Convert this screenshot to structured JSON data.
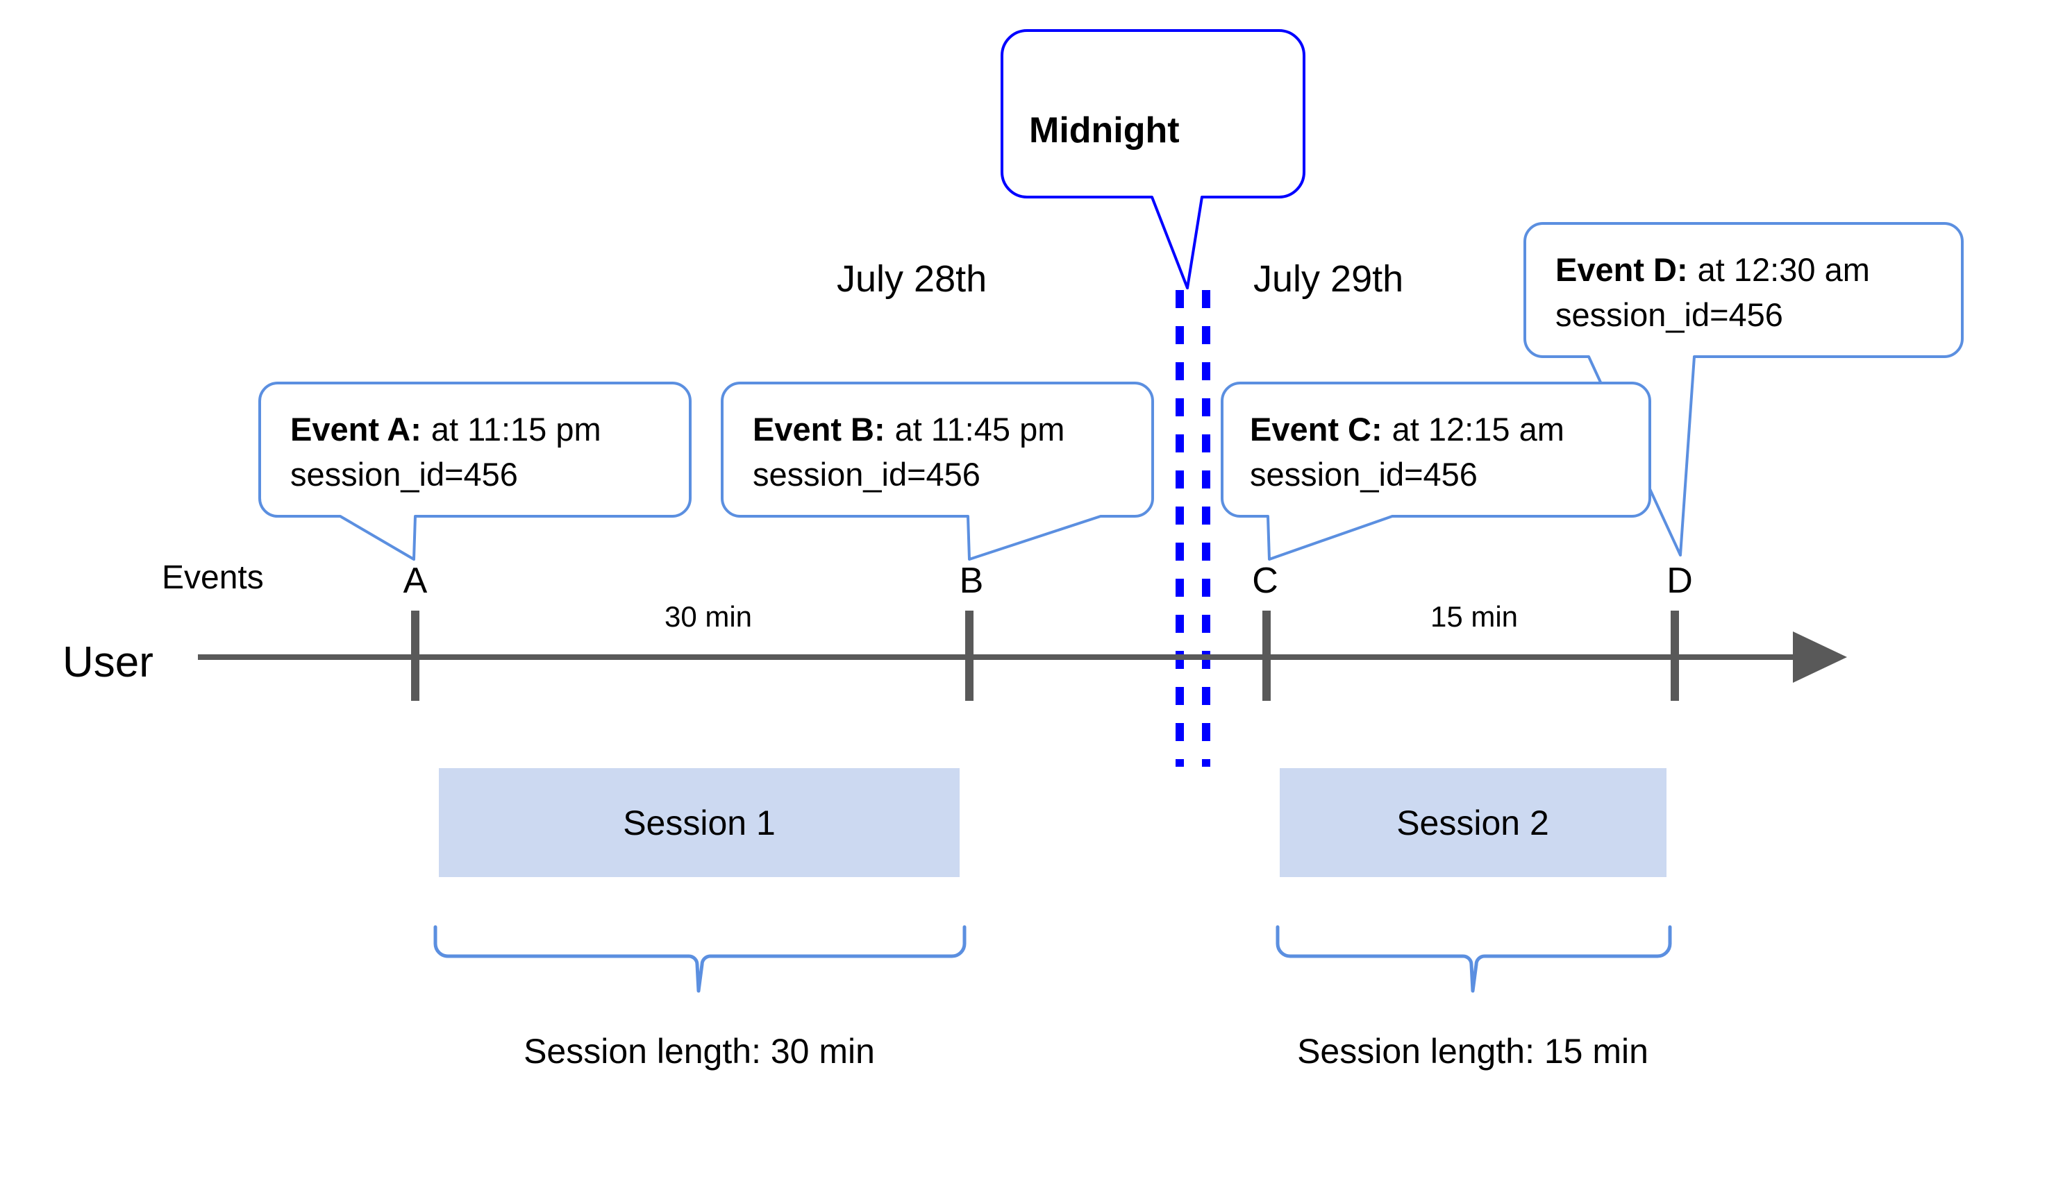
{
  "diagram": {
    "title_callout": {
      "label": "Midnight"
    },
    "day_labels": {
      "left": "July 28th",
      "right": "July 29th"
    },
    "axis": {
      "row_label_events": "Events",
      "row_label_user": "User",
      "markers": [
        "A",
        "B",
        "C",
        "D"
      ],
      "gap_labels": {
        "first": "30 min",
        "second": "15 min"
      }
    },
    "event_callouts": [
      {
        "id": "event-a",
        "title": "Event A:",
        "time": "at 11:15 pm",
        "session": "session_id=456"
      },
      {
        "id": "event-b",
        "title": "Event B:",
        "time": "at 11:45 pm",
        "session": "session_id=456"
      },
      {
        "id": "event-c",
        "title": "Event C:",
        "time": "at 12:15 am",
        "session": "session_id=456"
      },
      {
        "id": "event-d",
        "title": "Event D:",
        "time": "at 12:30 am",
        "session": "session_id=456"
      }
    ],
    "sessions": [
      {
        "id": "session-1",
        "label": "Session 1",
        "length_label": "Session length: 30 min"
      },
      {
        "id": "session-2",
        "label": "Session 2",
        "length_label": "Session length: 15 min"
      }
    ],
    "colors": {
      "midnight_blue": "#0000ff",
      "callout_blue": "#5b8fe0",
      "session_fill": "#ccd9f1",
      "axis_gray": "#595959",
      "text_black": "#000000",
      "background": "#ffffff"
    }
  }
}
